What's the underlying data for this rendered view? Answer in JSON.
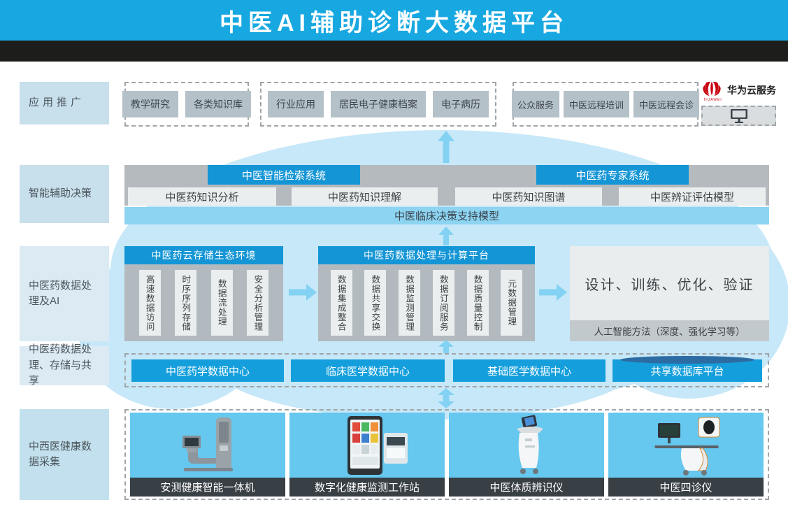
{
  "title": "中医AI辅助诊断大数据平台",
  "side_labels": [
    {
      "label": "应用推广"
    },
    {
      "label": "智能辅助决策"
    },
    {
      "label": "中医药数据处理及AI"
    },
    {
      "label": "中医药数据处理、存储与共享"
    },
    {
      "label": "中西医健康数据采集"
    }
  ],
  "application": {
    "groups": [
      {
        "items": [
          "教学研究",
          "各类知识库"
        ]
      },
      {
        "items": [
          "行业应用",
          "居民电子健康档案",
          "电子病历"
        ]
      },
      {
        "items": [
          "公众服务",
          "中医远程培训",
          "中医远程会诊"
        ]
      }
    ],
    "huawei": {
      "brand": "HUAWEI",
      "label": "华为云服务"
    }
  },
  "decision": {
    "systems": [
      "中医智能检索系统",
      "中医药专家系统"
    ],
    "knowledge": [
      "中医药知识分析",
      "中医药知识理解",
      "中医药知识图谱",
      "中医辨证评估模型"
    ],
    "support_bar": "中医临床决策支持模型"
  },
  "processing": {
    "storage": {
      "title": "中医药云存储生态环境",
      "items": [
        "高速数据访问",
        "时序序列存储",
        "数据流处理",
        "安全分析管理"
      ]
    },
    "compute": {
      "title": "中医药数据处理与计算平台",
      "items": [
        "数据集成整合",
        "数据共享交换",
        "数据监测管理",
        "数据订阅服务",
        "数据质量控制",
        "元数据管理"
      ]
    },
    "ai": {
      "title": "设计、训练、优化、验证",
      "subtitle": "人工智能方法（深度、强化学习等）"
    }
  },
  "datacenters": [
    "中医药学数据中心",
    "临床医学数据中心",
    "基础医学数据中心",
    "共享数据库平台"
  ],
  "devices": [
    "安测健康智能一体机",
    "数字化健康监测工作站",
    "中医体质辨识仪",
    "中医四诊仪"
  ],
  "colors": {
    "header_blue": "#18a8e1",
    "box_blue": "#1495d5",
    "datacenter_blue": "#149fdc",
    "support_bar_blue": "#8dd4f2",
    "cloud_blue": "#c7e8f8",
    "panel_blue": "#66c7ef",
    "gray_box": "#b5c1c8",
    "caption_dark": "#383f45",
    "huawei_red": "#c8000e",
    "arrow_blue": "#84d2f3"
  }
}
